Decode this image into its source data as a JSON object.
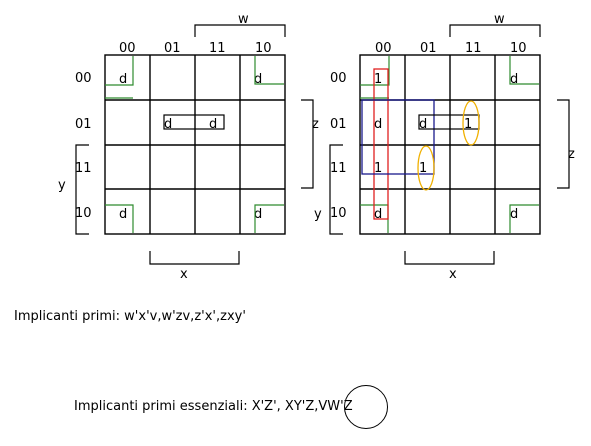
{
  "maps": [
    {
      "col_labels": [
        "00",
        "01",
        "11",
        "10"
      ],
      "row_labels": [
        "00",
        "01",
        "11",
        "10"
      ],
      "var_top": "w",
      "var_right": "z",
      "var_left": "y",
      "var_bottom": "x",
      "cells": [
        [
          "d",
          "",
          "",
          "d"
        ],
        [
          "",
          "d",
          "d",
          ""
        ],
        [
          "",
          "",
          "",
          ""
        ],
        [
          "d",
          "",
          "",
          "d"
        ]
      ]
    },
    {
      "col_labels": [
        "00",
        "01",
        "11",
        "10"
      ],
      "row_labels": [
        "00",
        "01",
        "11",
        "10"
      ],
      "var_top": "w",
      "var_right": "z",
      "var_left": "y",
      "var_bottom": "x",
      "cells": [
        [
          "1",
          "",
          "",
          "d"
        ],
        [
          "d",
          "d",
          "1",
          ""
        ],
        [
          "1",
          "1",
          "",
          ""
        ],
        [
          "d",
          "",
          "",
          "d"
        ]
      ]
    }
  ],
  "colors": {
    "grid": "#000000",
    "corner_group": "#2e8b2e",
    "red_group": "#e02020",
    "blue_group": "#1a1a8c",
    "orange_group": "#f0b000"
  },
  "text": {
    "prime_implicants": "Implicanti primi: w'x'v,w'zv,z'x',zxy'",
    "essential_implicants": "Implicanti primi essenziali: X'Z', XY'Z,VW'Z"
  }
}
